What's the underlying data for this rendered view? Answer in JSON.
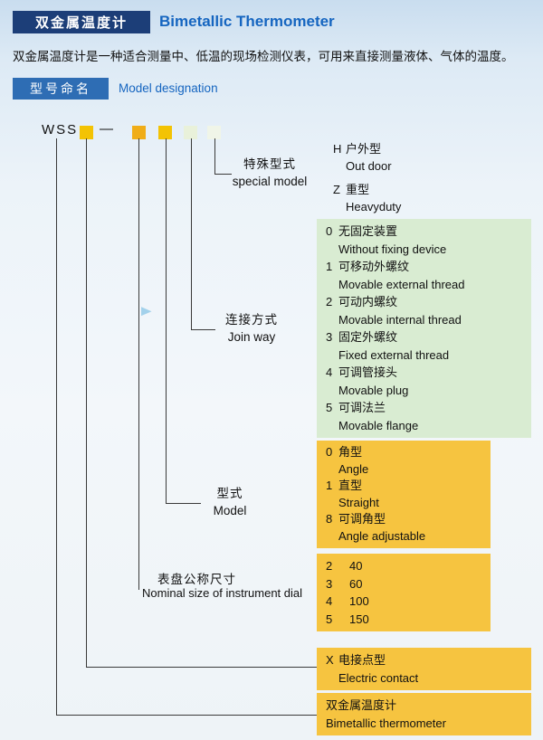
{
  "header": {
    "title_zh": "双金属温度计",
    "title_en": "Bimetallic Thermometer"
  },
  "intro": "双金属温度计是一种适合测量中、低温的现场检测仪表，可用来直接测量液体、气体的温度。",
  "section": {
    "badge_zh": "型号命名",
    "label_en": "Model designation"
  },
  "diagram": {
    "base_code": "WSS",
    "separator": "—",
    "branches": {
      "special": {
        "zh": "特殊型式",
        "en": "special model"
      },
      "join": {
        "zh": "连接方式",
        "en": "Join way"
      },
      "model": {
        "zh": "型式",
        "en": "Model"
      },
      "dial": {
        "zh": "表盘公称尺寸",
        "en": "Nominal size of instrument dial"
      }
    },
    "special_options": [
      {
        "code": "H",
        "zh": "户外型",
        "en": "Out door"
      },
      {
        "code": "Z",
        "zh": "重型",
        "en": "Heavyduty"
      }
    ],
    "join_options": [
      {
        "code": "0",
        "zh": "无固定装置",
        "en": "Without fixing device"
      },
      {
        "code": "1",
        "zh": "可移动外螺纹",
        "en": "Movable external thread"
      },
      {
        "code": "2",
        "zh": "可动内螺纹",
        "en": "Movable internal thread"
      },
      {
        "code": "3",
        "zh": "固定外螺纹",
        "en": "Fixed external thread"
      },
      {
        "code": "4",
        "zh": "可调管接头",
        "en": "Movable plug"
      },
      {
        "code": "5",
        "zh": "可调法兰",
        "en": "Movable flange"
      }
    ],
    "model_options": [
      {
        "code": "0",
        "zh": "角型",
        "en": "Angle"
      },
      {
        "code": "1",
        "zh": "直型",
        "en": "Straight"
      },
      {
        "code": "8",
        "zh": "可调角型",
        "en": "Angle adjustable"
      }
    ],
    "dial_options": [
      {
        "code": "2",
        "value": "40"
      },
      {
        "code": "3",
        "value": "60"
      },
      {
        "code": "4",
        "value": "100"
      },
      {
        "code": "5",
        "value": "150"
      }
    ],
    "electric_contact": {
      "code": "X",
      "zh": "电接点型",
      "en": "Electric contact"
    },
    "base_meaning": {
      "zh": "双金属温度计",
      "en": "Bimetallic thermometer"
    }
  },
  "colors": {
    "header_bg": "#1c3e78",
    "accent_blue": "#1565c0",
    "badge_bg": "#2e6db4",
    "panel_gold": "#f6c440",
    "panel_green": "#d9ecd2",
    "swatch_gold": "#f3c304",
    "swatch_orange": "#f0ad18",
    "swatch_pale_green": "#e9f1da"
  }
}
